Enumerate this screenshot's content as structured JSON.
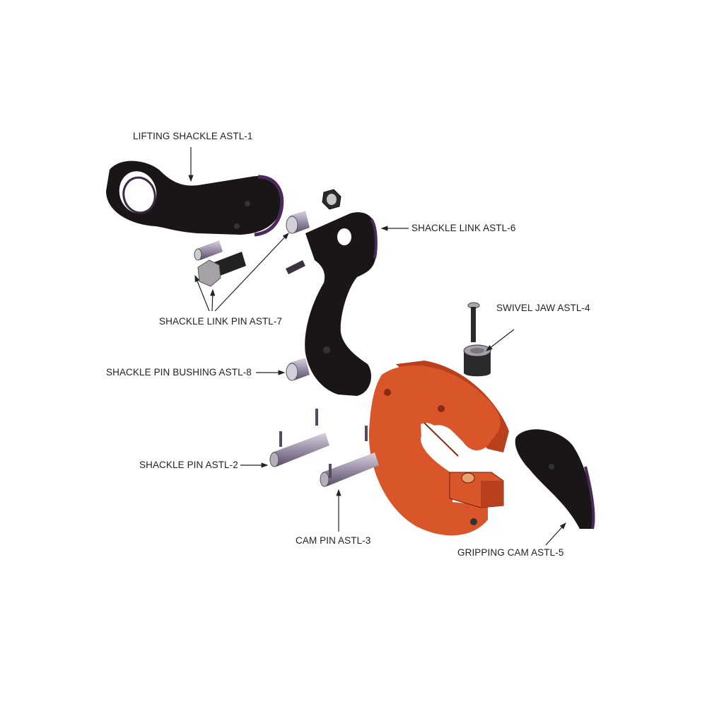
{
  "diagram": {
    "labels": {
      "lifting_shackle": "LIFTING SHACKLE ASTL-1",
      "shackle_link": "SHACKLE LINK ASTL-6",
      "shackle_link_pin": "SHACKLE LINK PIN ASTL-7",
      "swivel_jaw": "SWIVEL JAW ASTL-4",
      "shackle_pin_bushing": "SHACKLE PIN BUSHING ASTL-8",
      "shackle_pin": "SHACKLE PIN ASTL-2",
      "cam_pin": "CAM PIN ASTL-3",
      "gripping_cam": "GRIPPING CAM ASTL-5"
    },
    "colors": {
      "black_parts": "#1a1617",
      "body_orange": "#d9562a",
      "body_orange_dark": "#b8401c",
      "steel": "#a9a2b0"
    }
  }
}
